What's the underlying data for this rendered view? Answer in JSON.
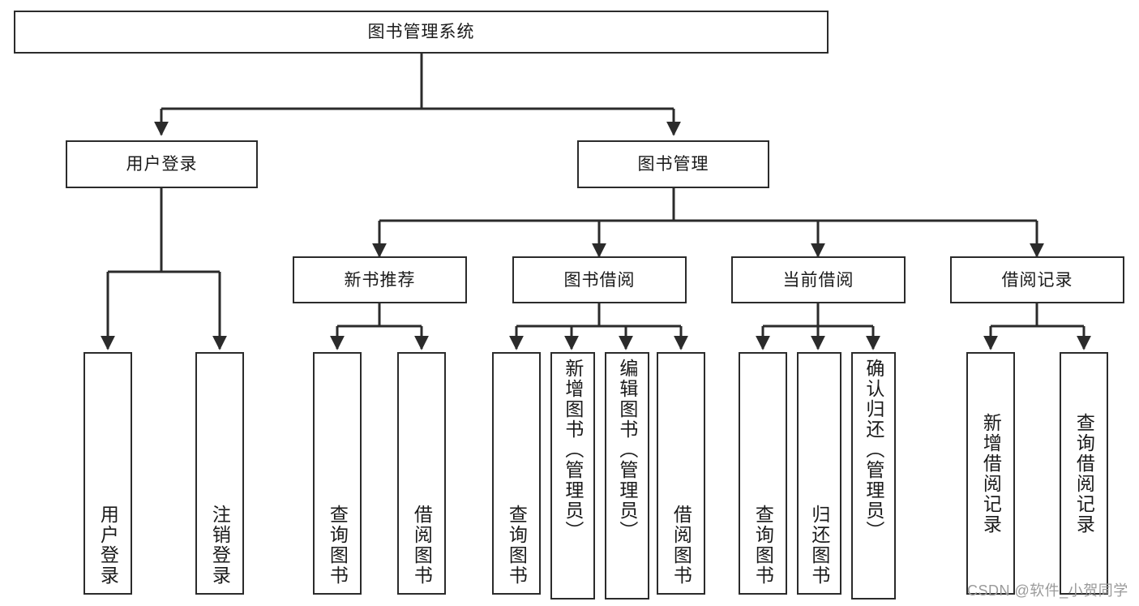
{
  "diagram": {
    "title": "图书管理系统",
    "root": {
      "label": "图书管理系统"
    },
    "level2": [
      {
        "label": "用户登录"
      },
      {
        "label": "图书管理"
      }
    ],
    "level3": [
      {
        "label": "新书推荐"
      },
      {
        "label": "图书借阅"
      },
      {
        "label": "当前借阅"
      },
      {
        "label": "借阅记录"
      }
    ],
    "leaves": {
      "user_login": [
        {
          "label": "用户登录"
        },
        {
          "label": "注销登录"
        }
      ],
      "new_book": [
        {
          "label": "查询图书"
        },
        {
          "label": "借阅图书"
        }
      ],
      "book_borrow": [
        {
          "label": "查询图书"
        },
        {
          "label": "新增图书（管理员）"
        },
        {
          "label": "编辑图书（管理员）"
        },
        {
          "label": "借阅图书"
        }
      ],
      "current_borrow": [
        {
          "label": "查询图书"
        },
        {
          "label": "归还图书"
        },
        {
          "label": "确认归还（管理员）"
        }
      ],
      "borrow_record": [
        {
          "label": "新增借阅记录"
        },
        {
          "label": "查询借阅记录"
        }
      ]
    },
    "watermark": "CSDN @软件_小贺同学",
    "colors": {
      "stroke": "#2b2b2b",
      "fill": "#ffffff",
      "text": "#1a1a1a",
      "watermark": "#9a9a9a"
    }
  }
}
